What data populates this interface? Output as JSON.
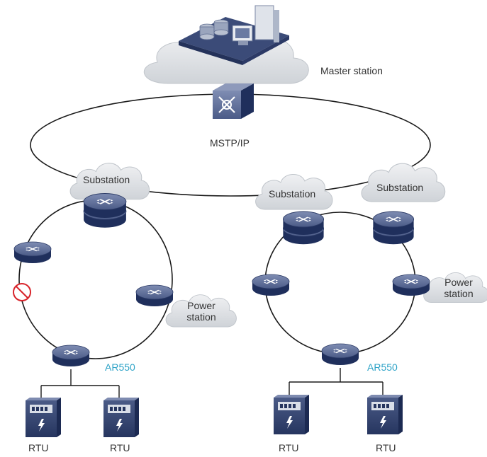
{
  "labels": {
    "master_station": "Master station",
    "mstp_ip": "MSTP/IP",
    "substation_left": "Substation",
    "substation_mid": "Substation",
    "substation_right": "Substation",
    "power_station_left": "Power\nstation",
    "power_station_right": "Power\nstation",
    "ar550_left": "AR550",
    "ar550_right": "AR550",
    "rtu_1": "RTU",
    "rtu_2": "RTU",
    "rtu_3": "RTU",
    "rtu_4": "RTU"
  },
  "colors": {
    "router_top": "#5f6f9a",
    "router_side": "#1f2f5c",
    "cloud": "#e3e6ea",
    "line": "#1a1a1a",
    "accent": "#2ea3c7",
    "blocked": "#d8232a"
  },
  "icons": {
    "router": "router-icon",
    "core_switch": "core-switch-icon",
    "cloud": "cloud-icon",
    "rtu": "rtu-meter-icon",
    "blocked_port": "blocked-port-icon",
    "servers": "server-cluster-icon"
  }
}
